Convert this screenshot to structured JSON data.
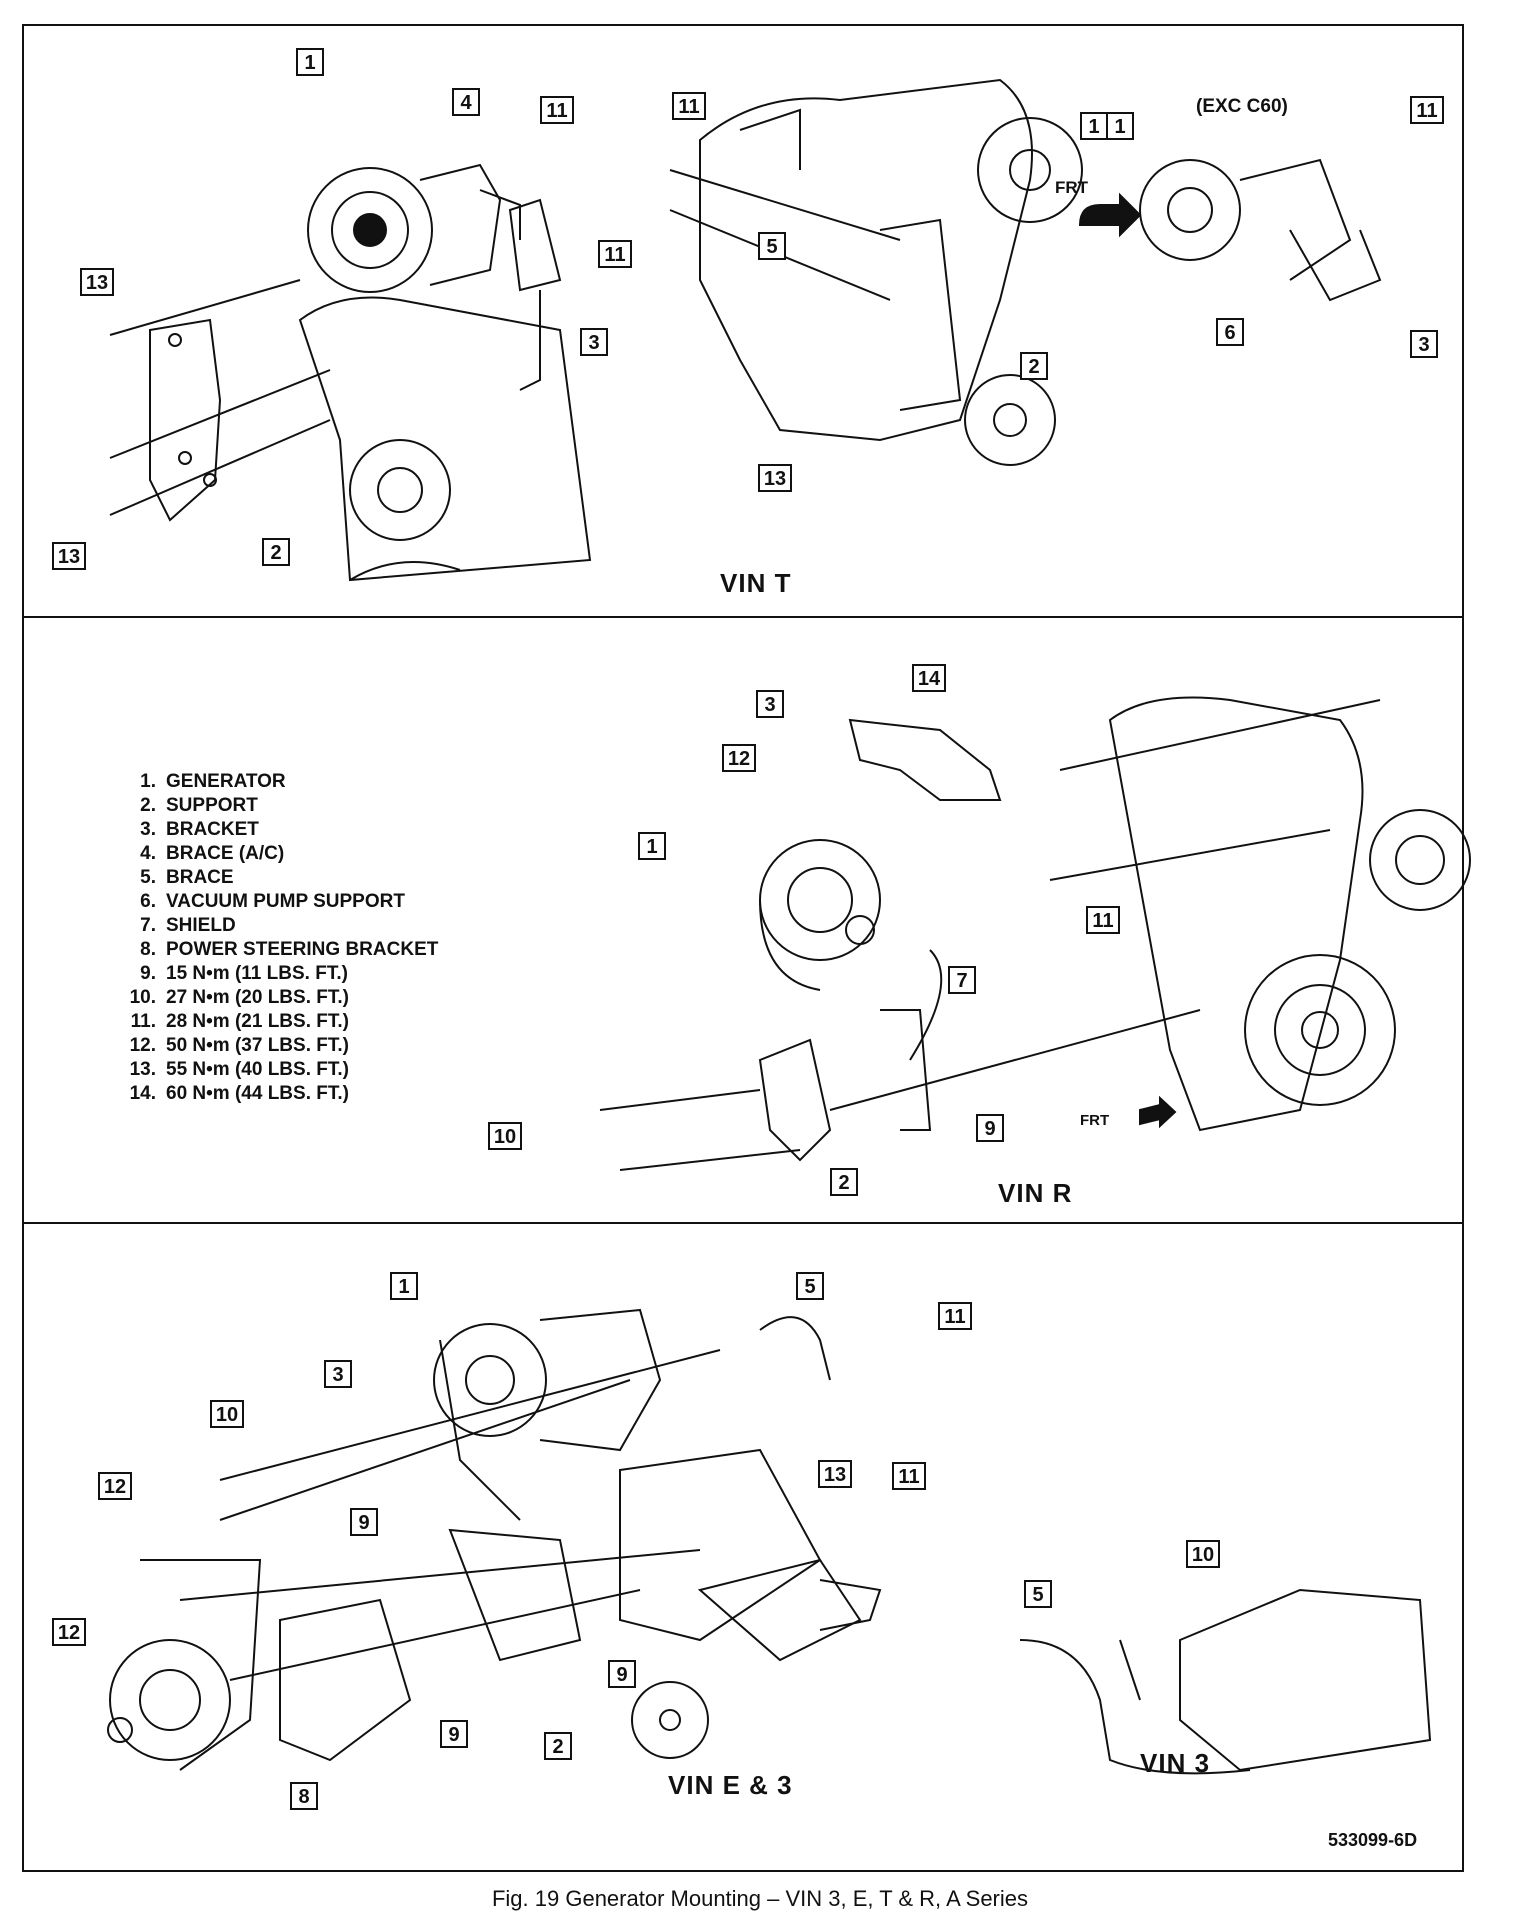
{
  "panels": {
    "top": {
      "title": "VIN T",
      "variant_note": "(EXC C60)",
      "front_label": "FRT"
    },
    "middle": {
      "title": "VIN R",
      "front_label": "FRT"
    },
    "bottom_left": {
      "title": "VIN E & 3"
    },
    "bottom_right": {
      "title": "VIN 3"
    }
  },
  "legend": [
    {
      "num": "1.",
      "text": "GENERATOR"
    },
    {
      "num": "2.",
      "text": "SUPPORT"
    },
    {
      "num": "3.",
      "text": "BRACKET"
    },
    {
      "num": "4.",
      "text": "BRACE (A/C)"
    },
    {
      "num": "5.",
      "text": "BRACE"
    },
    {
      "num": "6.",
      "text": "VACUUM PUMP SUPPORT"
    },
    {
      "num": "7.",
      "text": "SHIELD"
    },
    {
      "num": "8.",
      "text": "POWER STEERING BRACKET"
    },
    {
      "num": "9.",
      "text": "15 N•m (11 LBS. FT.)"
    },
    {
      "num": "10.",
      "text": "27 N•m (20 LBS. FT.)"
    },
    {
      "num": "11.",
      "text": "28 N•m (21 LBS. FT.)"
    },
    {
      "num": "12.",
      "text": "50 N•m (37 LBS. FT.)"
    },
    {
      "num": "13.",
      "text": "55 N•m (40 LBS. FT.)"
    },
    {
      "num": "14.",
      "text": "60 N•m (44 LBS. FT.)"
    }
  ],
  "callouts": {
    "top_left": [
      "1",
      "4",
      "11",
      "11",
      "13",
      "13",
      "3",
      "2"
    ],
    "top_right": [
      "11",
      "5",
      "1",
      "1",
      "11",
      "6",
      "3",
      "2",
      "13"
    ],
    "middle": [
      "3",
      "14",
      "12",
      "1",
      "11",
      "7",
      "10",
      "2",
      "9"
    ],
    "bottom_left": [
      "1",
      "5",
      "11",
      "3",
      "10",
      "12",
      "11",
      "13",
      "9",
      "12",
      "9",
      "2",
      "9",
      "8"
    ],
    "bottom_right": [
      "10",
      "5"
    ]
  },
  "figure_number": "533099-6D",
  "caption": "Fig. 19 Generator Mounting – VIN 3, E, T & R, A Series"
}
